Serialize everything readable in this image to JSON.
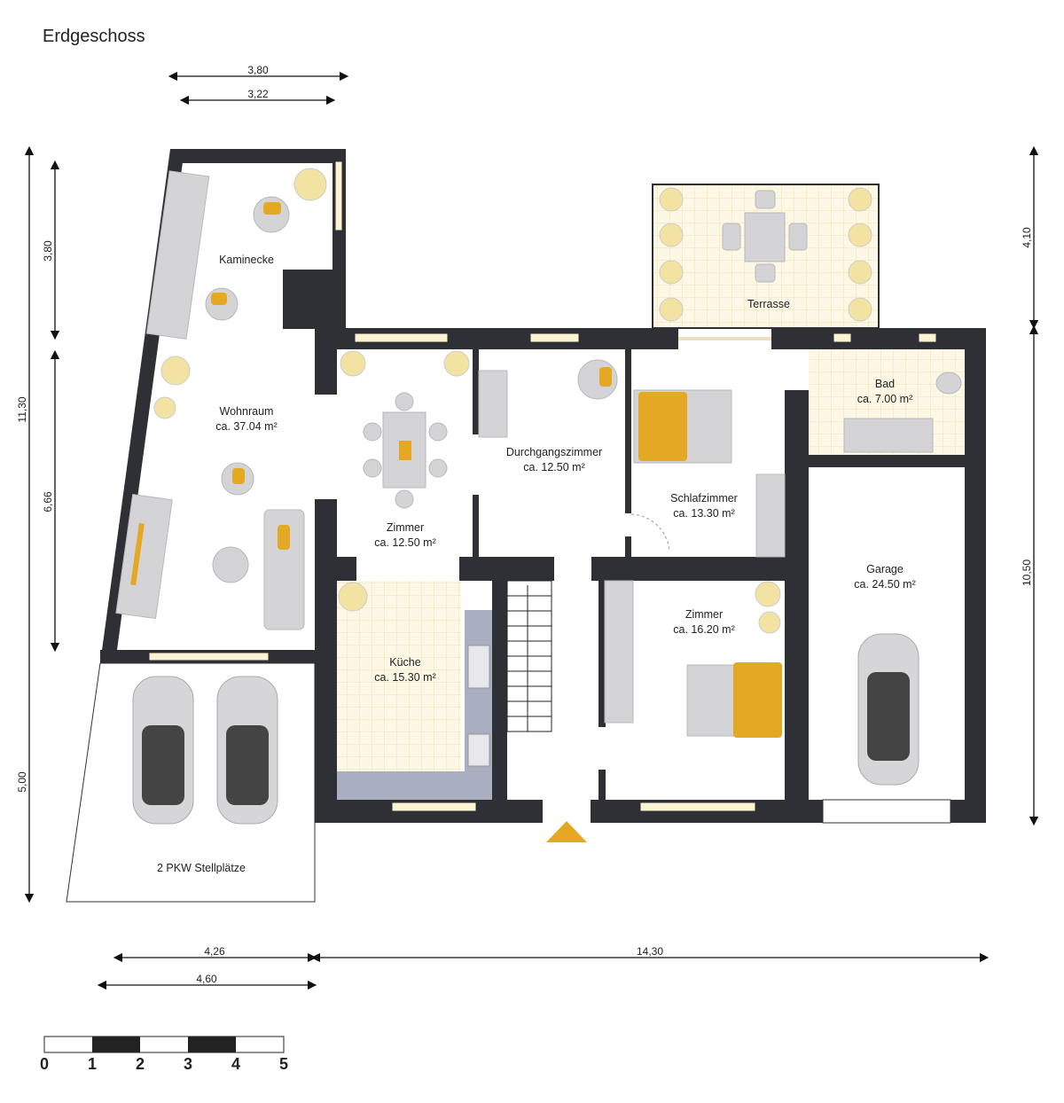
{
  "title": "Erdgeschoss",
  "rooms": {
    "kaminecke": {
      "name": "Kaminecke"
    },
    "wohnraum": {
      "name": "Wohnraum",
      "area": "ca. 37.04 m²"
    },
    "zimmer1": {
      "name": "Zimmer",
      "area": "ca. 12.50 m²"
    },
    "durchgang": {
      "name": "Durchgangszimmer",
      "area": "ca. 12.50 m²"
    },
    "schlafzimmer": {
      "name": "Schlafzimmer",
      "area": "ca. 13.30 m²"
    },
    "bad": {
      "name": "Bad",
      "area": "ca. 7.00 m²"
    },
    "terrasse": {
      "name": "Terrasse"
    },
    "kueche": {
      "name": "Küche",
      "area": "ca. 15.30 m²"
    },
    "zimmer2": {
      "name": "Zimmer",
      "area": "ca. 16.20 m²"
    },
    "garage": {
      "name": "Garage",
      "area": "ca. 24.50 m²"
    },
    "stellplaetze": {
      "name": "2 PKW Stellplätze"
    }
  },
  "dimensions": {
    "top_outer": "3,80",
    "top_inner": "3,22",
    "left_total": "11,30",
    "left_upper": "3,80",
    "left_middle": "6,66",
    "left_lower": "5,00",
    "right_upper": "4,10",
    "right_lower": "10,50",
    "bottom_left_inner": "4,26",
    "bottom_left_outer": "4,60",
    "bottom_right": "14,30"
  },
  "scale_bar": {
    "labels": [
      "0",
      "1",
      "2",
      "3",
      "4",
      "5"
    ]
  },
  "colors": {
    "wall": "#2f3035",
    "accent": "#e5a823",
    "furniture": "#d4d4d6"
  }
}
